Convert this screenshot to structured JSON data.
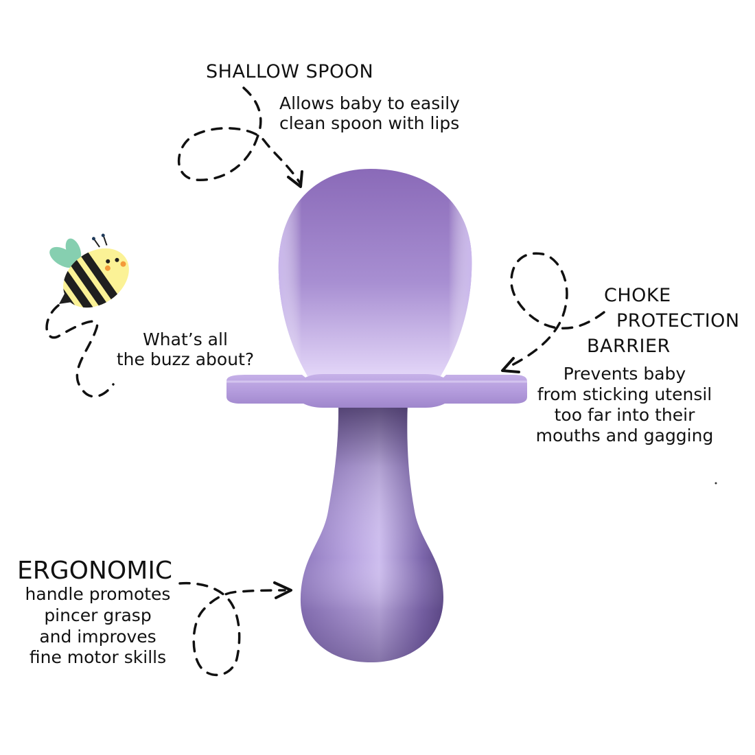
{
  "colors": {
    "background": "#ffffff",
    "text": "#111111",
    "spoon_light": "#dccdf3",
    "spoon_mid": "#a990d4",
    "spoon_dark": "#5a4580",
    "bee_yellow": "#fbf296",
    "bee_stripe": "#1f1f1f",
    "bee_wing": "#86cfb0",
    "bee_cheek": "#f39a3a"
  },
  "callouts": {
    "shallow_spoon": {
      "title": "SHALLOW SPOON",
      "line1": "Allows baby to easily",
      "line2": "clean spoon with lips"
    },
    "bee": {
      "line1": "What’s all",
      "line2": "the buzz about?"
    },
    "choke_barrier": {
      "title1": "CHOKE",
      "title2": "PROTECTION",
      "title3": "BARRIER",
      "line1": "Prevents baby",
      "line2": "from sticking utensil",
      "line3": "too far into their",
      "line4": "mouths and gagging"
    },
    "ergonomic": {
      "title": "ERGONOMIC",
      "line1": "handle promotes",
      "line2": "pincer grasp",
      "line3": "and improves",
      "line4": "fine motor skills"
    }
  },
  "icons": {
    "bee": "bee-icon",
    "product": "spoon-product-image"
  }
}
